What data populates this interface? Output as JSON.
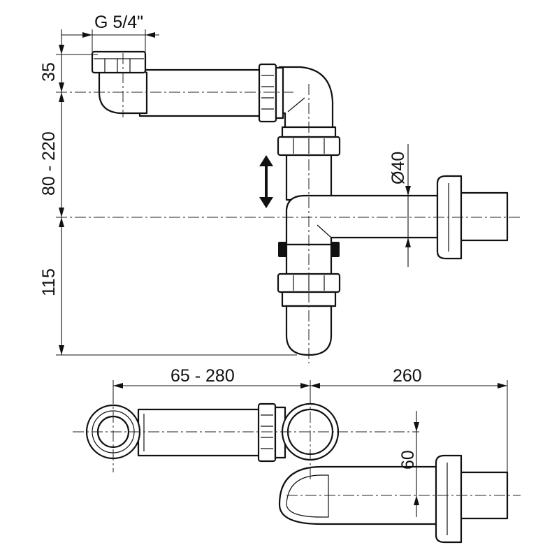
{
  "dimensions": {
    "thread": "G 5/4\"",
    "inlet_height": "35",
    "adjust_height": "80 - 220",
    "trap_depth": "115",
    "diameter": "Ø40",
    "length_adjust": "65 - 280",
    "outlet_length": "260",
    "offset": "60"
  },
  "colors": {
    "line": "#111111",
    "background": "#ffffff"
  }
}
